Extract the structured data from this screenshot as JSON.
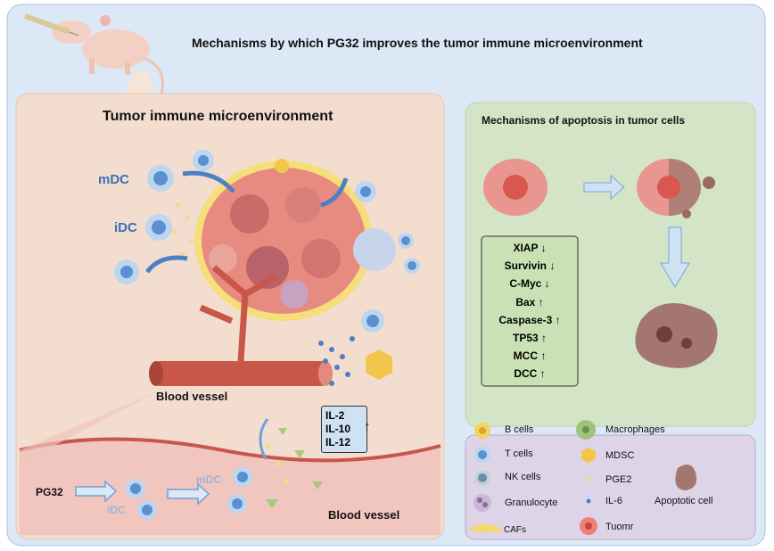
{
  "title": "Mechanisms by which PG32 improves the tumor immune microenvironment",
  "left_panel": {
    "title": "Tumor immune microenvironment",
    "labels": {
      "mdc": "mDC",
      "idc": "iDC",
      "blood_vessel_top": "Blood vessel",
      "blood_vessel_bottom": "Blood vessel",
      "pg32": "PG32",
      "idc_lower": "iDC",
      "mdc_lower": "mDC"
    },
    "cytokines": [
      "IL-2",
      "IL-10",
      "IL-12"
    ],
    "cytokine_arrow": "↑"
  },
  "apoptosis_panel": {
    "title": "Mechanisms of apoptosis in tumor cells",
    "markers": [
      "XIAP ↓",
      "Survivin ↓",
      "C-Myc ↓",
      "Bax ↑",
      "Caspase-3 ↑",
      "TP53 ↑",
      "MCC ↑",
      "DCC ↑"
    ]
  },
  "legend": {
    "items": [
      {
        "label": "B cells",
        "icon": "b-cell-icon",
        "color": "#f3c84a"
      },
      {
        "label": "T cells",
        "icon": "t-cell-icon",
        "color": "#5b8fd0"
      },
      {
        "label": "NK cells",
        "icon": "nk-cell-icon",
        "color": "#7f9fb8"
      },
      {
        "label": "Granulocyte",
        "icon": "granulocyte-icon",
        "color": "#a989bd"
      },
      {
        "label": "CAFs",
        "icon": "caf-icon",
        "color": "#f5d86a"
      },
      {
        "label": "Macrophages",
        "icon": "macrophage-icon",
        "color": "#9cc47a"
      },
      {
        "label": "MDSC",
        "icon": "mdsc-icon",
        "color": "#f2c64a"
      },
      {
        "label": "PGE2",
        "icon": "pge2-dot-icon",
        "color": "#f5d98a"
      },
      {
        "label": "IL-6",
        "icon": "il6-dot-icon",
        "color": "#4c7fc6"
      },
      {
        "label": "Tuomr",
        "icon": "tumor-cell-icon",
        "color": "#e57368"
      },
      {
        "label": "Apoptotic cell",
        "icon": "apoptotic-cell-icon",
        "color": "#9a6a62"
      }
    ]
  },
  "colors": {
    "background": "#dce8f5",
    "tumor_panel": "#f3ddcf",
    "apoptosis_panel": "#d3e4c7",
    "legend_panel": "#ddd4e8",
    "vessel": "#c8574a"
  }
}
